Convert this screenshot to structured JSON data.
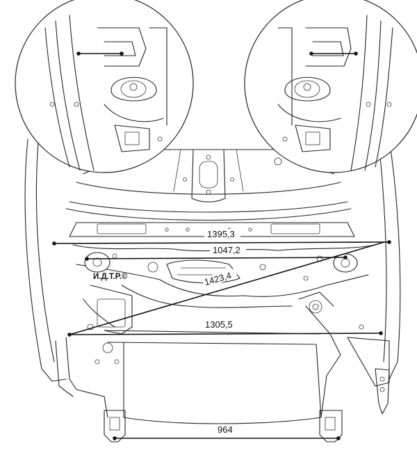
{
  "dimensions": {
    "top_width": "1395,3",
    "strut_width": "1047,2",
    "diagonal": "1423,4",
    "middle_width": "1305,5",
    "bottom_width": "964"
  },
  "watermark": "И.Д.Т.Р.©"
}
